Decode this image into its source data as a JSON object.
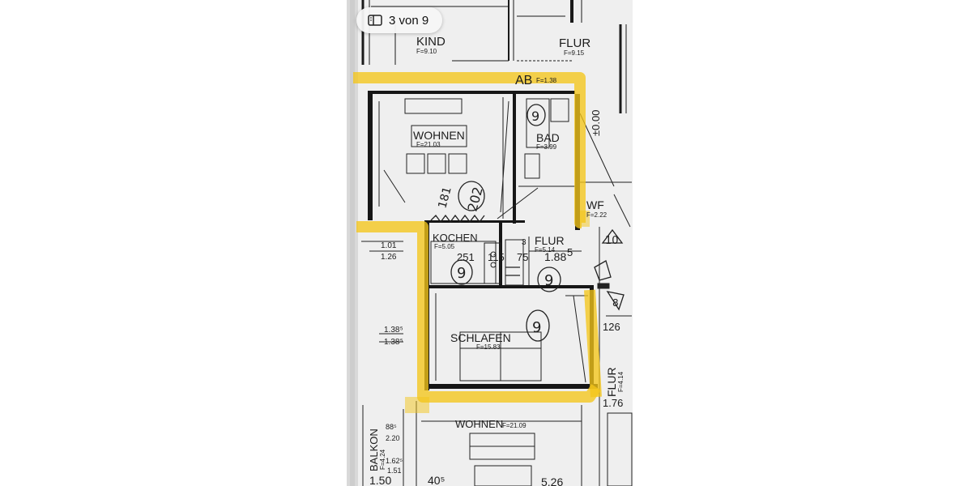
{
  "viewer": {
    "page_indicator": "3 von 9",
    "page_indicator_icon": "sidebar-icon"
  },
  "floorplan": {
    "highlight_color": "#f3c51a",
    "rooms": {
      "kind": {
        "name": "KIND",
        "area": "F=9.10"
      },
      "flur_top": {
        "name": "FLUR",
        "area": "F=9.15"
      },
      "ab": {
        "name": "AB",
        "area": "F=1.38"
      },
      "wohnen": {
        "name": "WOHNEN",
        "area": "F=21.03"
      },
      "bad": {
        "name": "BAD",
        "area": "F=3.99"
      },
      "wf": {
        "name": "WF",
        "area": "F=2.22"
      },
      "kochen": {
        "name": "KOCHEN",
        "area": "F=5.05"
      },
      "flur_mid": {
        "name": "FLUR",
        "area": "F=5.14"
      },
      "schlafen": {
        "name": "SCHLAFEN",
        "area": "F=15.83"
      },
      "flur_right": {
        "name": "FLUR",
        "area": "F=4.14"
      },
      "wohnen_lower": {
        "name": "WOHNEN",
        "area": "F=21.09"
      },
      "balkon": {
        "name": "BALKON",
        "area": "F=4.24"
      }
    },
    "dimensions": {
      "d_101": "1.01",
      "d_126a": "1.26",
      "d_1385a": "1.38⁵",
      "d_1385b": "1.38⁵",
      "d_126b": "126",
      "d_176": "1.76",
      "d_150": "1.50",
      "d_405": "40⁵",
      "d_526": "5.26",
      "d_251": "251",
      "d_115": "115",
      "d_75": "75",
      "d_188": "1.88",
      "d_5": "5",
      "d_3": "3",
      "d_885": "88⁵",
      "d_220": "2.20",
      "d_1625": "1.62⁵",
      "d_151": "1.51",
      "elevation": "±0.00"
    },
    "handwritten": {
      "circle_9": "9",
      "circle_10": "10",
      "circle_8": "8",
      "rotated_181": "181",
      "rotated_202": "202"
    }
  }
}
